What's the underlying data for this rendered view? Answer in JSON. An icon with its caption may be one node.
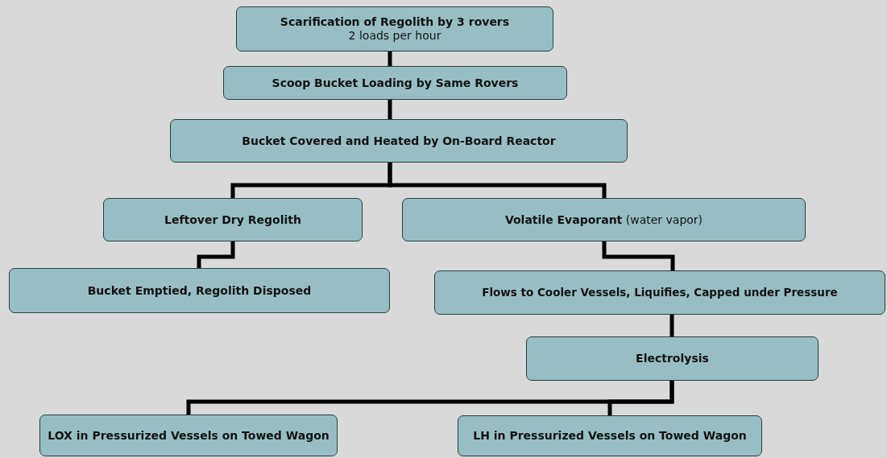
{
  "diagram": {
    "nodes": [
      {
        "text": [
          "Scarification of Regolith by 3 rovers",
          "2 loads per hour"
        ]
      },
      {
        "text": [
          "Scoop Bucket Loading by Same Rovers"
        ]
      },
      {
        "text": [
          "Bucket Covered and Heated by On-Board Reactor"
        ]
      },
      {
        "text": [
          "Leftover Dry Regolith"
        ]
      },
      {
        "text": [
          "**Volatile Evaporant** (water vapor)"
        ]
      },
      {
        "text": [
          "Bucket Emptied, Regolith Disposed"
        ]
      },
      {
        "text": [
          "Flows to Cooler Vessels, Liquifies, Capped under Pressure"
        ]
      },
      {
        "text": [
          "Electrolysis"
        ]
      },
      {
        "text": [
          "LOX in Pressurized Vessels on Towed Wagon"
        ]
      },
      {
        "text": [
          "LH in Pressurized Vessels on Towed Wagon"
        ]
      }
    ],
    "edges": [
      {
        "from": 0,
        "to": 1,
        "arrow": "none"
      },
      {
        "from": 1,
        "to": 2,
        "arrow": "none"
      },
      {
        "from": 2,
        "to": 3,
        "arrow": "none"
      },
      {
        "from": 2,
        "to": 4,
        "arrow": "none"
      },
      {
        "from": 3,
        "to": 5,
        "arrow": "none"
      },
      {
        "from": 4,
        "to": 6,
        "arrow": "none"
      },
      {
        "from": 6,
        "to": 7,
        "arrow": "none"
      },
      {
        "from": 7,
        "to": 8,
        "arrow": "none"
      },
      {
        "from": 7,
        "to": 9,
        "arrow": "none"
      }
    ]
  }
}
